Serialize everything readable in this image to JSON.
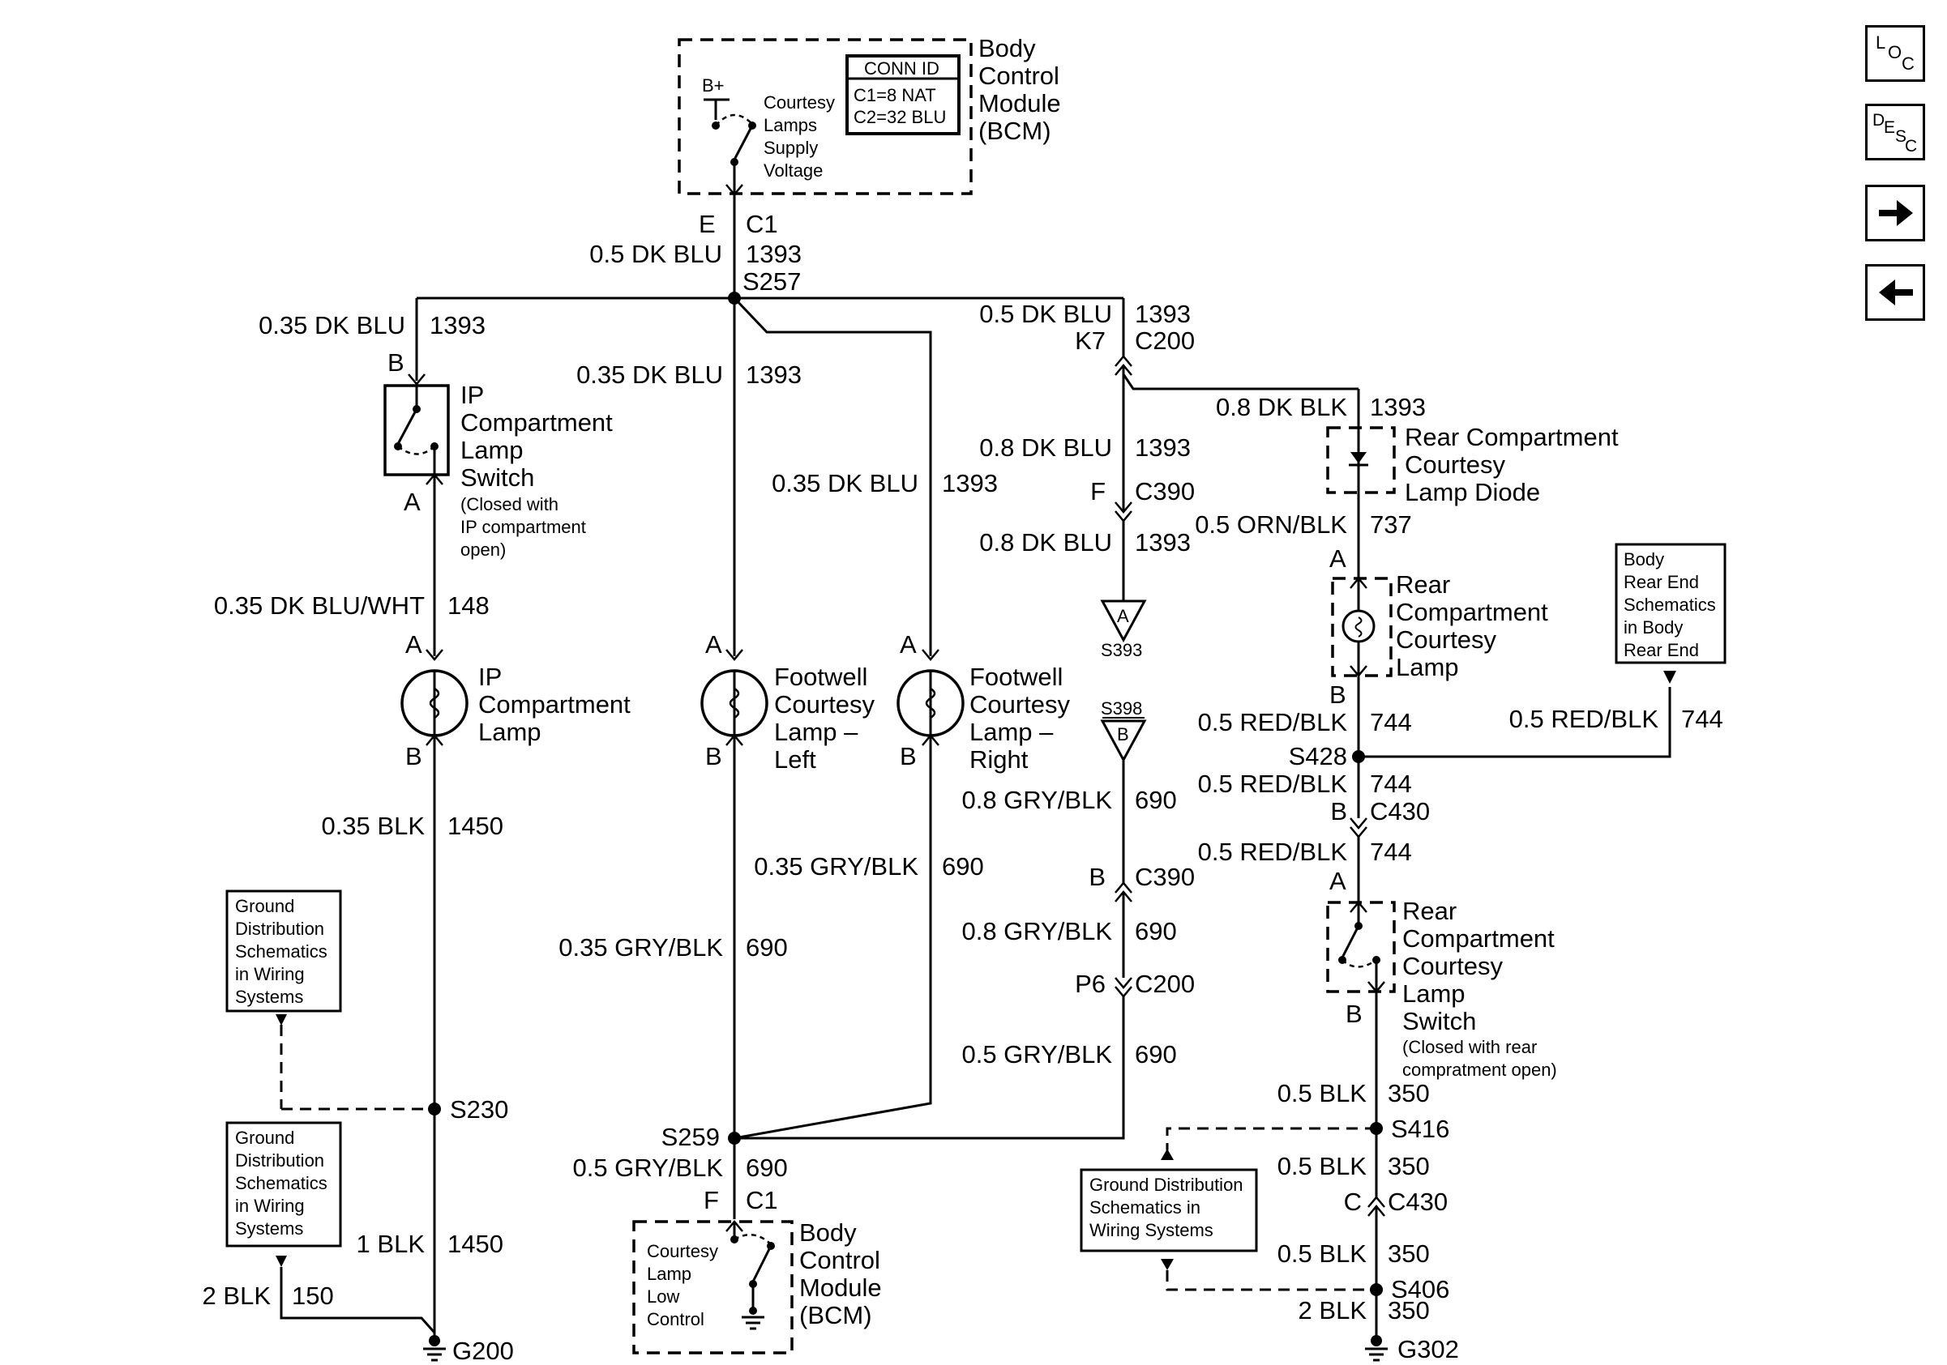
{
  "nav": {
    "loc_icon": "loc-icon",
    "desc_icon": "desc-icon",
    "next_icon": "arrow-right-icon",
    "prev_icon": "arrow-left-icon",
    "loc_letters": [
      "L",
      "O",
      "C"
    ],
    "desc_letters": [
      "D",
      "E",
      "S",
      "C"
    ]
  },
  "bcm_top": {
    "title": [
      "Body",
      "Control",
      "Module",
      "(BCM)"
    ],
    "bplus": "B+",
    "internal": [
      "Courtesy",
      "Lamps",
      "Supply",
      "Voltage"
    ],
    "conn_id_header": "CONN ID",
    "conn_id_rows": [
      "C1=8 NAT",
      "C2=32 BLU"
    ],
    "pin": "E",
    "conn": "C1"
  },
  "bcm_bottom": {
    "title": [
      "Body",
      "Control",
      "Module",
      "(BCM)"
    ],
    "internal": [
      "Courtesy",
      "Lamp",
      "Low",
      "Control"
    ],
    "pin": "F",
    "conn": "C1"
  },
  "wires": {
    "bcm_out": {
      "gauge": "0.5 DK BLU",
      "circuit": "1393"
    },
    "ip_switch_in": {
      "gauge": "0.35 DK BLU",
      "circuit": "1393"
    },
    "footwell_left_in": {
      "gauge": "0.35 DK BLU",
      "circuit": "1393"
    },
    "footwell_right_in": {
      "gauge": "0.35 DK BLU",
      "circuit": "1393"
    },
    "to_k7": {
      "gauge": "0.5 DK BLU",
      "circuit": "1393"
    },
    "to_diode": {
      "gauge": "0.8 DK BLK",
      "circuit": "1393"
    },
    "k7_to_c390": {
      "gauge": "0.8 DK BLU",
      "circuit": "1393"
    },
    "c390_to_s393": {
      "gauge": "0.8 DK BLU",
      "circuit": "1393"
    },
    "diode_out": {
      "gauge": "0.5 ORN/BLK",
      "circuit": "737"
    },
    "ip_switch_out": {
      "gauge": "0.35 DK BLU/WHT",
      "circuit": "148"
    },
    "ip_lamp_out": {
      "gauge": "0.35 BLK",
      "circuit": "1450"
    },
    "s230_to_g200": {
      "gauge": "1 BLK",
      "circuit": "1450"
    },
    "ground_150": {
      "gauge": "2 BLK",
      "circuit": "150"
    },
    "footwell_right_out": {
      "gauge": "0.35 GRY/BLK",
      "circuit": "690"
    },
    "footwell_left_out": {
      "gauge": "0.35 GRY/BLK",
      "circuit": "690"
    },
    "s259_to_bcm": {
      "gauge": "0.5 GRY/BLK",
      "circuit": "690"
    },
    "s398_to_c390": {
      "gauge": "0.8 GRY/BLK",
      "circuit": "690"
    },
    "c390_to_c200": {
      "gauge": "0.8 GRY/BLK",
      "circuit": "690"
    },
    "c200_to_s259": {
      "gauge": "0.5 GRY/BLK",
      "circuit": "690"
    },
    "rear_lamp_out": {
      "gauge": "0.5 RED/BLK",
      "circuit": "744"
    },
    "rear_body_744": {
      "gauge": "0.5 RED/BLK",
      "circuit": "744"
    },
    "s428_to_c430": {
      "gauge": "0.5 RED/BLK",
      "circuit": "744"
    },
    "c430_to_switch": {
      "gauge": "0.5 RED/BLK",
      "circuit": "744"
    },
    "switch_out": {
      "gauge": "0.5 BLK",
      "circuit": "350"
    },
    "s416_to_c430": {
      "gauge": "0.5 BLK",
      "circuit": "350"
    },
    "c430_to_s406": {
      "gauge": "0.5 BLK",
      "circuit": "350"
    },
    "s406_to_g302": {
      "gauge": "2 BLK",
      "circuit": "350"
    }
  },
  "splices": {
    "s257": "S257",
    "s259": "S259",
    "s230": "S230",
    "s428": "S428",
    "s416": "S416",
    "s406": "S406"
  },
  "grounds": {
    "g200": "G200",
    "g302": "G302"
  },
  "connectors": {
    "k7": {
      "pin": "K7",
      "conn": "C200"
    },
    "c390_f": {
      "pin": "F",
      "conn": "C390"
    },
    "c390_b": {
      "pin": "B",
      "conn": "C390"
    },
    "p6": {
      "pin": "P6",
      "conn": "C200"
    },
    "c430_b": {
      "pin": "B",
      "conn": "C430"
    },
    "c430_c": {
      "pin": "C",
      "conn": "C430"
    }
  },
  "offpage": {
    "s393": {
      "label": "S393",
      "letter": "A"
    },
    "s398": {
      "label": "S398",
      "letter": "B"
    }
  },
  "components": {
    "ip_switch": {
      "title": [
        "IP",
        "Compartment",
        "Lamp",
        "Switch"
      ],
      "note": [
        "(Closed with",
        "IP compartment",
        "open)"
      ],
      "pin_in": "B",
      "pin_out": "A"
    },
    "ip_lamp": {
      "title": [
        "IP",
        "Compartment",
        "Lamp"
      ],
      "pin_in": "A",
      "pin_out": "B"
    },
    "footwell_left": {
      "title": [
        "Footwell",
        "Courtesy",
        "Lamp –",
        "Left"
      ],
      "pin_in": "A",
      "pin_out": "B"
    },
    "footwell_right": {
      "title": [
        "Footwell",
        "Courtesy",
        "Lamp –",
        "Right"
      ],
      "pin_in": "A",
      "pin_out": "B"
    },
    "rear_diode": {
      "title": [
        "Rear Compartment",
        "Courtesy",
        "Lamp Diode"
      ]
    },
    "rear_lamp": {
      "title": [
        "Rear",
        "Compartment",
        "Courtesy",
        "Lamp"
      ],
      "pin_in": "A",
      "pin_out": "B"
    },
    "rear_switch": {
      "title": [
        "Rear",
        "Compartment",
        "Courtesy",
        "Lamp",
        "Switch"
      ],
      "note": [
        "(Closed with rear",
        "compratment open)"
      ],
      "pin_in": "A",
      "pin_out": "B"
    }
  },
  "refs": {
    "ground_1": [
      "Ground",
      "Distribution",
      "Schematics",
      "in Wiring",
      "Systems"
    ],
    "ground_2": [
      "Ground",
      "Distribution",
      "Schematics",
      "in Wiring",
      "Systems"
    ],
    "ground_3": [
      "Ground Distribution",
      "Schematics in",
      "Wiring Systems"
    ],
    "body_rear": [
      "Body",
      "Rear End",
      "Schematics",
      "in Body",
      "Rear End"
    ]
  }
}
